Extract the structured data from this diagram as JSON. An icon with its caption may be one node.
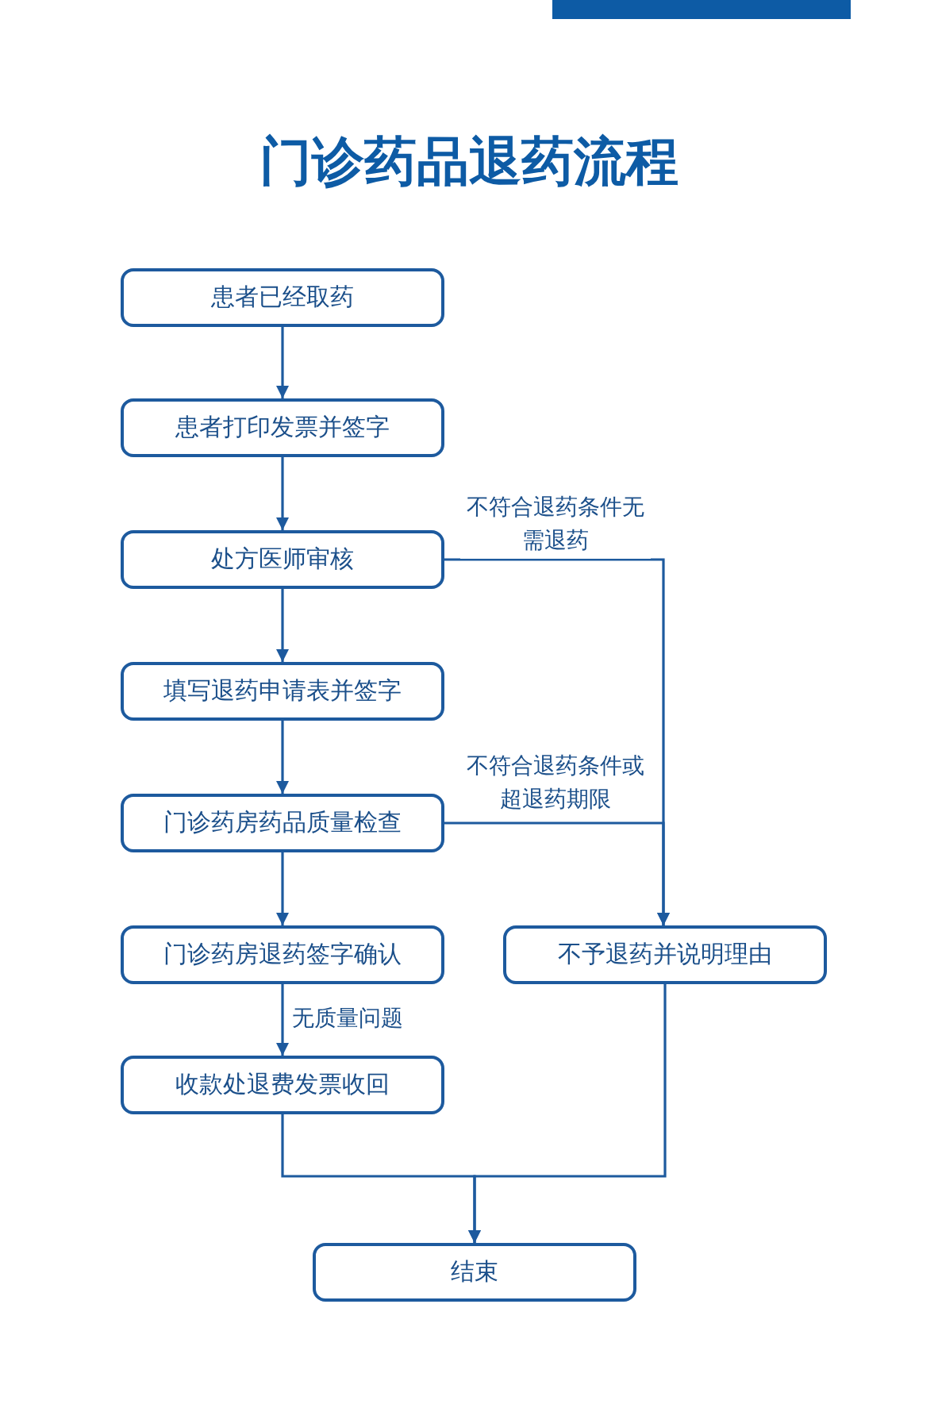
{
  "diagram": {
    "title": "门诊药品退药流程",
    "nodes": [
      {
        "text": [
          "患者已经取药"
        ]
      },
      {
        "text": [
          "患者打印发票并签字"
        ]
      },
      {
        "text": [
          "处方医师审核"
        ]
      },
      {
        "text": [
          "填写退药申请表并签字"
        ]
      },
      {
        "text": [
          "门诊药房药品质量检查"
        ]
      },
      {
        "text": [
          "门诊药房退药签字确认"
        ]
      },
      {
        "text": [
          "不予退药并说明理由"
        ]
      },
      {
        "text": [
          "收款处退费发票收回"
        ]
      },
      {
        "text": [
          "结束"
        ]
      }
    ],
    "edges": [
      {
        "from": 0,
        "to": 1,
        "arrow": "to"
      },
      {
        "from": 1,
        "to": 2,
        "arrow": "to"
      },
      {
        "from": 2,
        "to": 3,
        "arrow": "to"
      },
      {
        "from": 3,
        "to": 4,
        "arrow": "to"
      },
      {
        "from": 4,
        "to": 5,
        "arrow": "to"
      },
      {
        "from": 2,
        "to": 6,
        "arrow": "to",
        "label": "不符合退药条件无需退药"
      },
      {
        "from": 4,
        "to": 6,
        "arrow": "to",
        "label": "不符合退药条件或超退药期限"
      },
      {
        "from": 5,
        "to": 7,
        "arrow": "to",
        "label": "无质量问题"
      },
      {
        "from": 7,
        "to": 8,
        "arrow": "to"
      },
      {
        "from": 6,
        "to": 8,
        "arrow": "to"
      }
    ]
  }
}
